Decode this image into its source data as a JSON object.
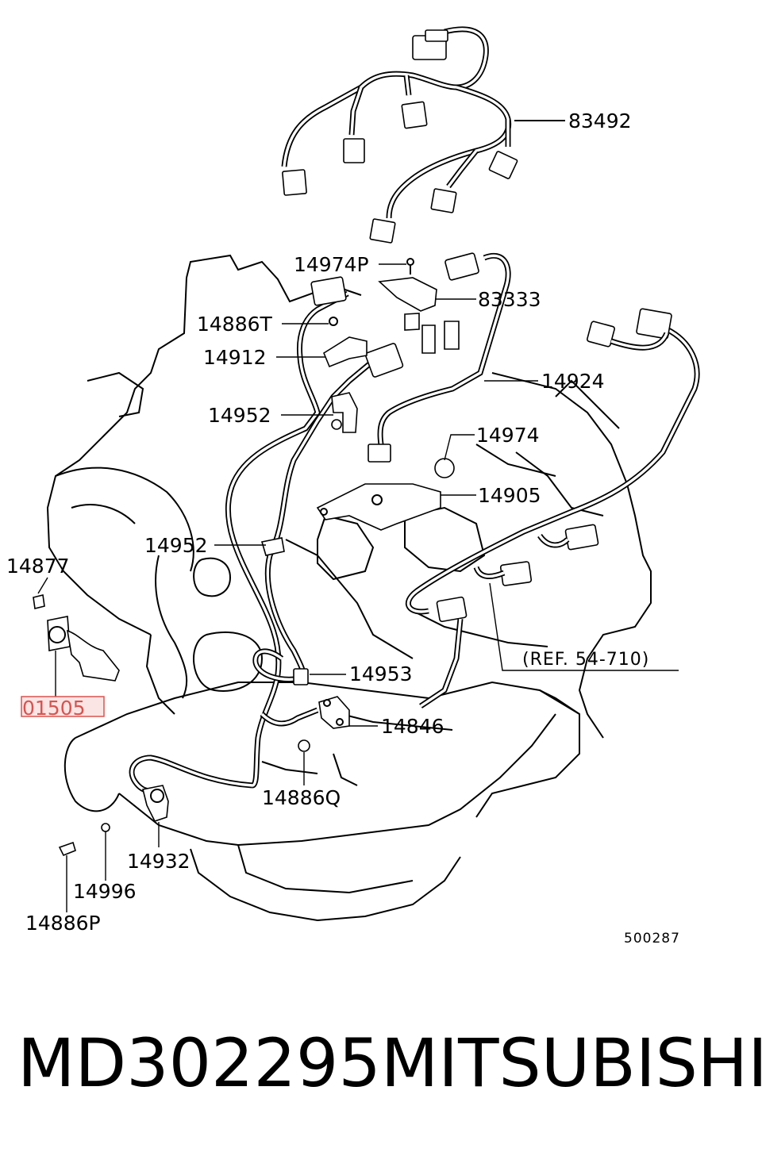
{
  "diagram": {
    "callouts": [
      {
        "id": "c83492",
        "text": "83492"
      },
      {
        "id": "c14974P",
        "text": "14974P"
      },
      {
        "id": "c83333",
        "text": "83333"
      },
      {
        "id": "c14886T",
        "text": "14886T"
      },
      {
        "id": "c14912",
        "text": "14912"
      },
      {
        "id": "c14924",
        "text": "14924"
      },
      {
        "id": "c14952a",
        "text": "14952"
      },
      {
        "id": "c14974",
        "text": "14974"
      },
      {
        "id": "c14905",
        "text": "14905"
      },
      {
        "id": "c14952b",
        "text": "14952"
      },
      {
        "id": "c14877",
        "text": "14877"
      },
      {
        "id": "c14953",
        "text": "14953"
      },
      {
        "id": "c14846",
        "text": "14846"
      },
      {
        "id": "c14886Q",
        "text": "14886Q"
      },
      {
        "id": "c14932",
        "text": "14932"
      },
      {
        "id": "c14996",
        "text": "14996"
      },
      {
        "id": "c14886P",
        "text": "14886P"
      }
    ],
    "highlighted_part": "01505",
    "reference": "(REF. 54-710)",
    "drawing_code": "500287",
    "highlight_color": "#d9534f"
  },
  "caption": {
    "part_number": "MD302295",
    "brand": "MITSUBISHI"
  }
}
